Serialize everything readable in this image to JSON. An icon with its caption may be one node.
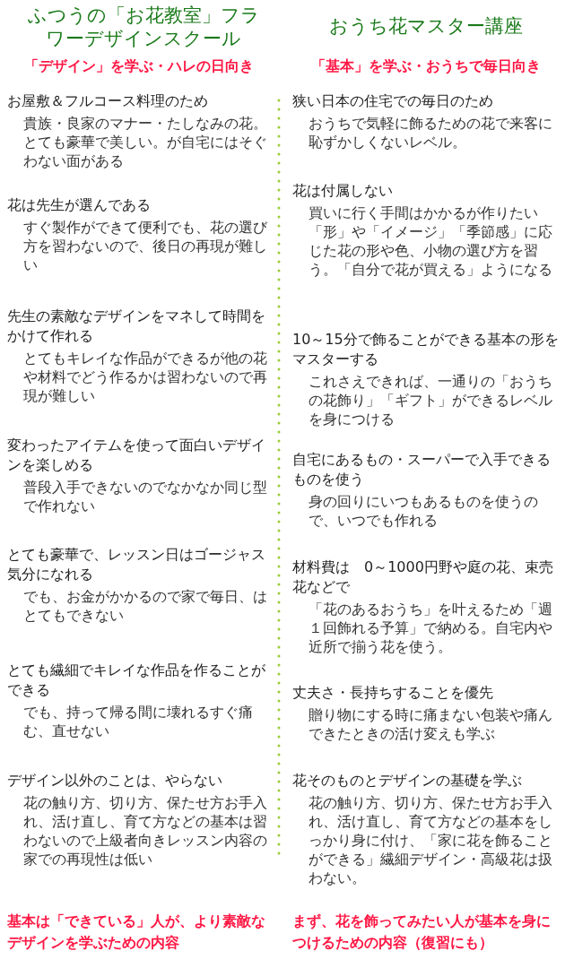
{
  "diagram": {
    "labels": [
      "ふつうの「お花教室」フラワーデザインスクール",
      "おうち花マスター講座",
      "「デザイン」を学ぶ・ハレの日向き",
      "「基本」を学ぶ・おうちで毎日向き",
      "お屋敷＆フルコース料理のため",
      "貴族・良家のマナー・たしなみの花。とても豪華で美しい。が自宅にはそぐわない面がある",
      "狭い日本の住宅での毎日のため",
      "おうちで気軽に飾るための花で来客に恥ずかしくないレベル。",
      "花は先生が選んである",
      "すぐ製作ができて便利でも、花の選び方を習わないので、後日の再現が難しい",
      "花は付属しない",
      "買いに行く手間はかかるが作りたい「形」や「イメージ」「季節感」に応じた花の形や色、小物の選び方を習う。「自分で花が買える」ようになる",
      "先生の素敵なデザインをマネして時間をかけて作れる",
      "とてもキレイな作品ができるが他の花や材料でどう作るかは習わないので再現が難しい",
      "10～15分で飾ることができる基本の形をマスターする",
      "これさえできれば、一通りの「おうちの花飾り」「ギフト」ができるレベルを身につける",
      "変わったアイテムを使って面白いデザインを楽しめる",
      "普段入手できないのでなかなか同じ型で作れない",
      "自宅にあるもの・スーパーで入手できるものを使う",
      "身の回りにいつもあるものを使うので、いつでも作れる",
      "とても豪華で、レッスン日はゴージャス気分になれる",
      "でも、お金がかかるので家で毎日、はとてもできない",
      "材料費は　0～1000円野や庭の花、束売花などで",
      "「花のあるおうち」を叶えるため「週１回飾れる予算」で納める。自宅内や近所で揃う花を使う。",
      "とても繊細でキレイな作品を作ることができる",
      "でも、持って帰る間に壊れるすぐ痛む、直せない",
      "丈夫さ・長持ちすることを優先",
      "贈り物にする時に痛まない包装や痛んできたときの活け変えも学ぶ",
      "デザイン以外のことは、やらない",
      "花の触り方、切り方、保たせ方お手入れ、活け直し、育て方などの基本は習わないので上級者向きレッスン内容の家での再現性は低い",
      "花そのものとデザインの基礎を学ぶ",
      "花の触り方、切り方、保たせ方お手入れ、活け直し、育て方などの基本をしっかり身に付け、「家に花を飾ることができる」繊細デザイン・高級花は扱わない。",
      "基本は「できている」人が、より素敵なデザインを学ぶための内容",
      "まず、花を飾ってみたい人が基本を身につけるための内容（復習にも）"
    ]
  }
}
